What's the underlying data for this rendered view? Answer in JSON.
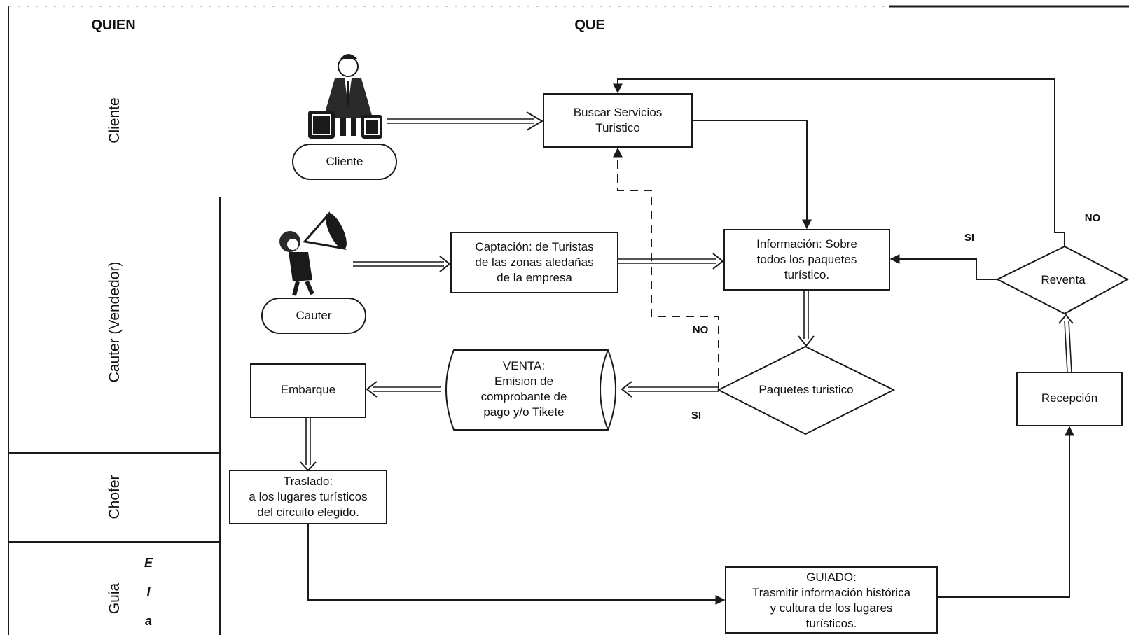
{
  "headers": {
    "who": "QUIEN",
    "what": "QUE"
  },
  "lanes": {
    "cliente": "Cliente",
    "cauter": "Cauter (Vendedor)",
    "chofer": "Chofer",
    "guia": "Guia"
  },
  "guia_letters": [
    "E",
    "l",
    "a"
  ],
  "actors": {
    "cliente": "Cliente",
    "cauter": "Cauter"
  },
  "nodes": {
    "buscar": [
      "Buscar Servicios",
      "Turistico"
    ],
    "captacion": [
      "Captación: de Turistas",
      "de las zonas aledañas",
      "de la empresa"
    ],
    "informacion": [
      "Información: Sobre",
      "todos los paquetes",
      "turístico."
    ],
    "paquetes": [
      "Paquetes turistico"
    ],
    "venta": [
      "VENTA:",
      "Emision de",
      "comprobante de",
      "pago y/o Tikete"
    ],
    "embarque": [
      "Embarque"
    ],
    "traslado": [
      "Traslado:",
      "a los lugares turísticos",
      "del circuito elegido."
    ],
    "guiado": [
      "GUIADO:",
      "Trasmitir información histórica",
      "y cultura de los lugares",
      "turísticos."
    ],
    "recepcion": [
      "Recepción"
    ],
    "reventa": [
      "Reventa"
    ]
  },
  "edge_labels": {
    "paquetes_no": "NO",
    "paquetes_si": "SI",
    "reventa_si": "SI",
    "reventa_no": "NO"
  }
}
